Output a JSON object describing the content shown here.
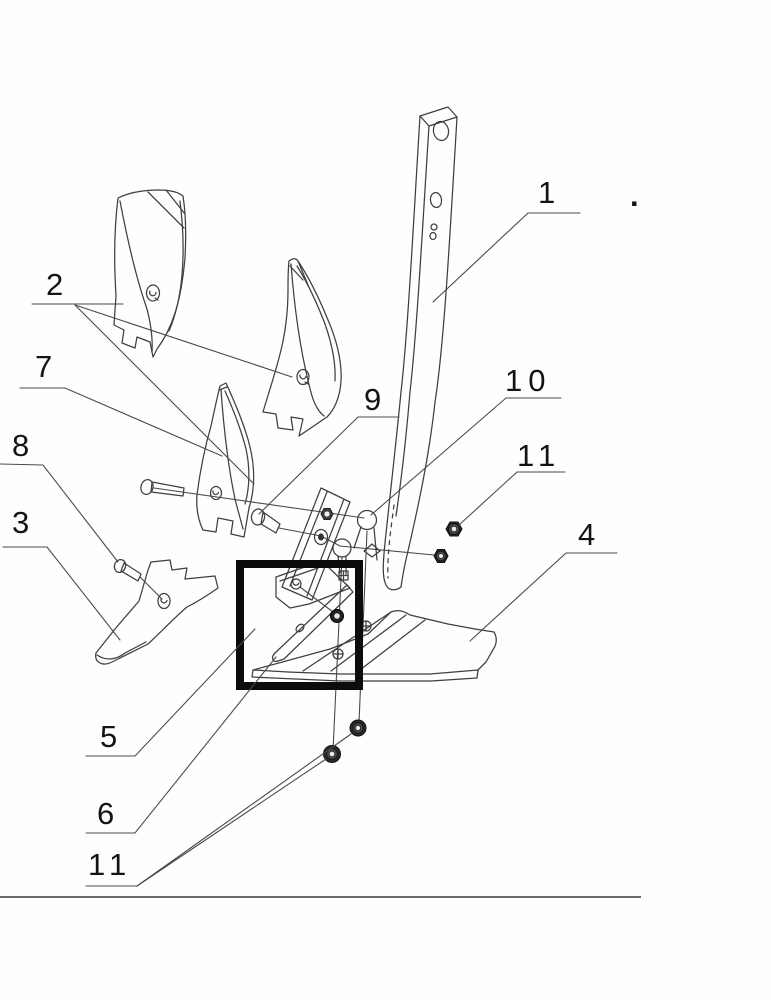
{
  "page": {
    "background": "#fefefe",
    "line_color": "#3f3f3f",
    "label_color": "#141414",
    "highlight_box_color": "#0c0c0c",
    "bottom_rule_color": "#6a6a6a"
  },
  "labels": [
    {
      "id": "part-1",
      "text": "1"
    },
    {
      "id": "part-2",
      "text": "2"
    },
    {
      "id": "part-7",
      "text": "7"
    },
    {
      "id": "part-8",
      "text": "8"
    },
    {
      "id": "part-3",
      "text": "3"
    },
    {
      "id": "part-9",
      "text": "9"
    },
    {
      "id": "part-10",
      "text": "10"
    },
    {
      "id": "part-11-upper",
      "text": "11"
    },
    {
      "id": "part-4",
      "text": "4"
    },
    {
      "id": "part-5",
      "text": "5"
    },
    {
      "id": "part-6",
      "text": "6"
    },
    {
      "id": "part-11-lower",
      "text": "11"
    },
    {
      "id": "stray-dot",
      "text": "."
    }
  ]
}
